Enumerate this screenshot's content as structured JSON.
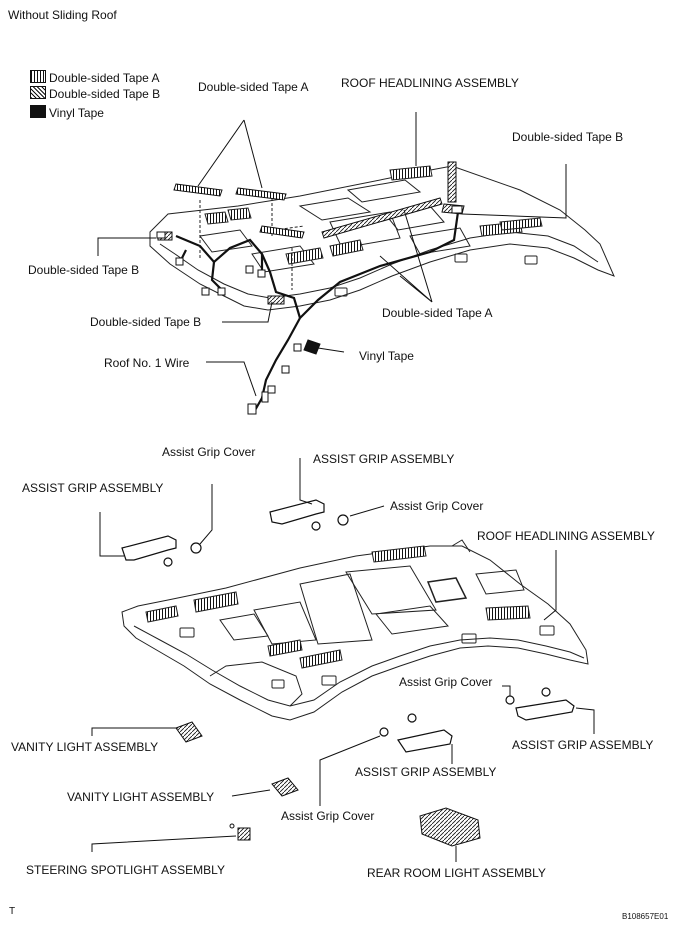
{
  "header": {
    "title": "Without Sliding Roof"
  },
  "legend": {
    "tape_a": "Double-sided Tape A",
    "tape_b": "Double-sided Tape B",
    "vinyl": "Vinyl Tape"
  },
  "upper_labels": {
    "tape_a_top": "Double-sided Tape A",
    "roof_headlining": "ROOF HEADLINING ASSEMBLY",
    "tape_b_right": "Double-sided Tape B",
    "tape_b_left": "Double-sided Tape B",
    "tape_b_lower": "Double-sided Tape B",
    "tape_a_lower": "Double-sided Tape A",
    "vinyl_tape": "Vinyl Tape",
    "roof_wire": "Roof No. 1 Wire"
  },
  "lower_labels": {
    "assist_grip_cover_top": "Assist Grip Cover",
    "assist_grip_assembly_top": "ASSIST GRIP ASSEMBLY",
    "assist_grip_assembly_left": "ASSIST GRIP ASSEMBLY",
    "assist_grip_cover_mid": "Assist Grip Cover",
    "roof_headlining": "ROOF HEADLINING ASSEMBLY",
    "assist_grip_cover_right": "Assist Grip Cover",
    "assist_grip_assembly_right": "ASSIST GRIP ASSEMBLY",
    "vanity_light_1": "VANITY LIGHT ASSEMBLY",
    "assist_grip_assembly_bottom": "ASSIST GRIP ASSEMBLY",
    "vanity_light_2": "VANITY LIGHT ASSEMBLY",
    "assist_grip_cover_bottom": "Assist Grip Cover",
    "steering_spotlight": "STEERING SPOTLIGHT ASSEMBLY",
    "rear_room_light": "REAR ROOM LIGHT ASSEMBLY"
  },
  "footer": {
    "left_mark": "T",
    "figure_id": "B108657E01"
  }
}
